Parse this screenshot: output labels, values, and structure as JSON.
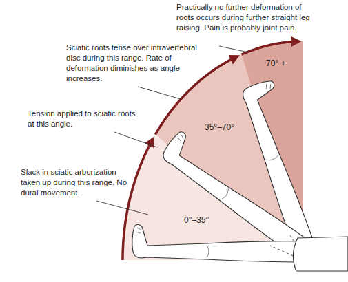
{
  "diagram": {
    "labels": [
      "Practically no further deformation of roots occurs during further straight leg raising. Pain is probably joint pain.",
      "Sciatic roots tense over intravertebral disc during this range. Rate of deformation diminishes as angle increases.",
      "Tension applied to sciatic roots at this angle.",
      "Slack in sciatic arborization taken up during this range. No dural movement.",
      "0°–35°",
      "35°–70°",
      "70° +"
    ]
  }
}
